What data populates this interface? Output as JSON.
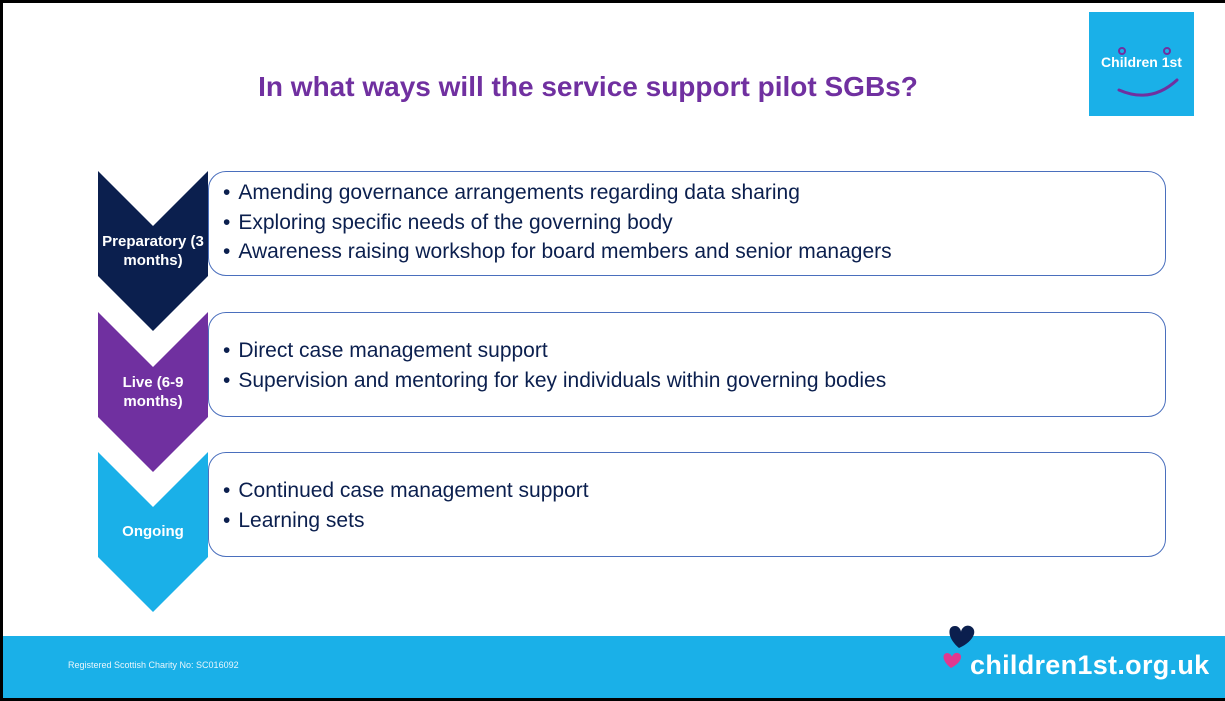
{
  "title": "In what ways will the service support pilot SGBs?",
  "logo": {
    "text": "Children 1st",
    "colors": {
      "bg": "#1ab0e8",
      "smile": "#7030a0"
    }
  },
  "stages": [
    {
      "label": "Preparatory (3 months)",
      "color": "#0b1f4e",
      "items": [
        "Amending governance arrangements regarding data sharing",
        "Exploring specific needs of the governing body",
        "Awareness raising workshop for board members and senior managers"
      ]
    },
    {
      "label": "Live (6-9 months)",
      "color": "#7030a0",
      "items": [
        "Direct case management support",
        "Supervision and mentoring for key individuals within governing bodies"
      ]
    },
    {
      "label": "Ongoing",
      "color": "#1ab0e8",
      "items": [
        "Continued case management support",
        "Learning sets"
      ]
    }
  ],
  "footer": {
    "charity": "Registered Scottish Charity No: SC016092",
    "website": "children1st.org.uk",
    "colors": {
      "bg": "#1ab0e8",
      "heart_navy": "#0b1f4e",
      "heart_pink": "#e0398f"
    }
  }
}
